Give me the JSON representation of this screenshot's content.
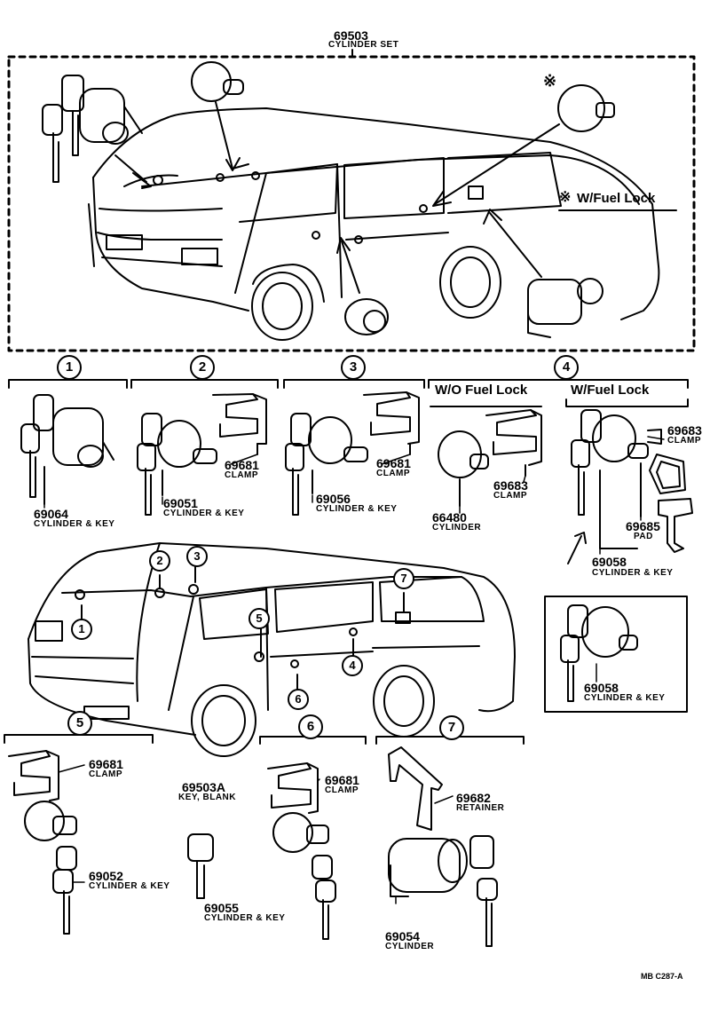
{
  "cylinder_set": {
    "number": "69503",
    "name": "CYLINDER SET"
  },
  "fuel_lock_note": {
    "mark": "※",
    "text": "W/Fuel Lock"
  },
  "groups": {
    "g1": "1",
    "g2": "2",
    "g3": "3",
    "g4": "4",
    "g5": "5",
    "g6": "6",
    "g7": "7"
  },
  "subheaders": {
    "wo_fuel_lock": "W/O Fuel Lock",
    "w_fuel_lock": "W/Fuel  Lock"
  },
  "parts": {
    "p69064": {
      "number": "69064",
      "name": "CYLINDER & KEY"
    },
    "p69051": {
      "number": "69051",
      "name": "CYLINDER & KEY"
    },
    "p69681_a": {
      "number": "69681",
      "name": "CLAMP"
    },
    "p69056": {
      "number": "69056",
      "name": "CYLINDER & KEY"
    },
    "p69681_b": {
      "number": "69681",
      "name": "CLAMP"
    },
    "p66480": {
      "number": "66480",
      "name": "CYLINDER"
    },
    "p69683_a": {
      "number": "69683",
      "name": "CLAMP"
    },
    "p69683_b": {
      "number": "69683",
      "name": "CLAMP"
    },
    "p69685": {
      "number": "69685",
      "name": "PAD"
    },
    "p69058_a": {
      "number": "69058",
      "name": "CYLINDER & KEY"
    },
    "p69058_b": {
      "number": "69058",
      "name": "CYLINDER & KEY"
    },
    "p69681_c": {
      "number": "69681",
      "name": "CLAMP"
    },
    "p69052": {
      "number": "69052",
      "name": "CYLINDER & KEY"
    },
    "p69503A": {
      "number": "69503A",
      "name": "KEY, BLANK"
    },
    "p69055": {
      "number": "69055",
      "name": "CYLINDER & KEY"
    },
    "p69681_d": {
      "number": "69681",
      "name": "CLAMP"
    },
    "p69682": {
      "number": "69682",
      "name": "RETAINER"
    },
    "p69054": {
      "number": "69054",
      "name": "CYLINDER"
    }
  },
  "drawing_code": "MB  C287-A"
}
